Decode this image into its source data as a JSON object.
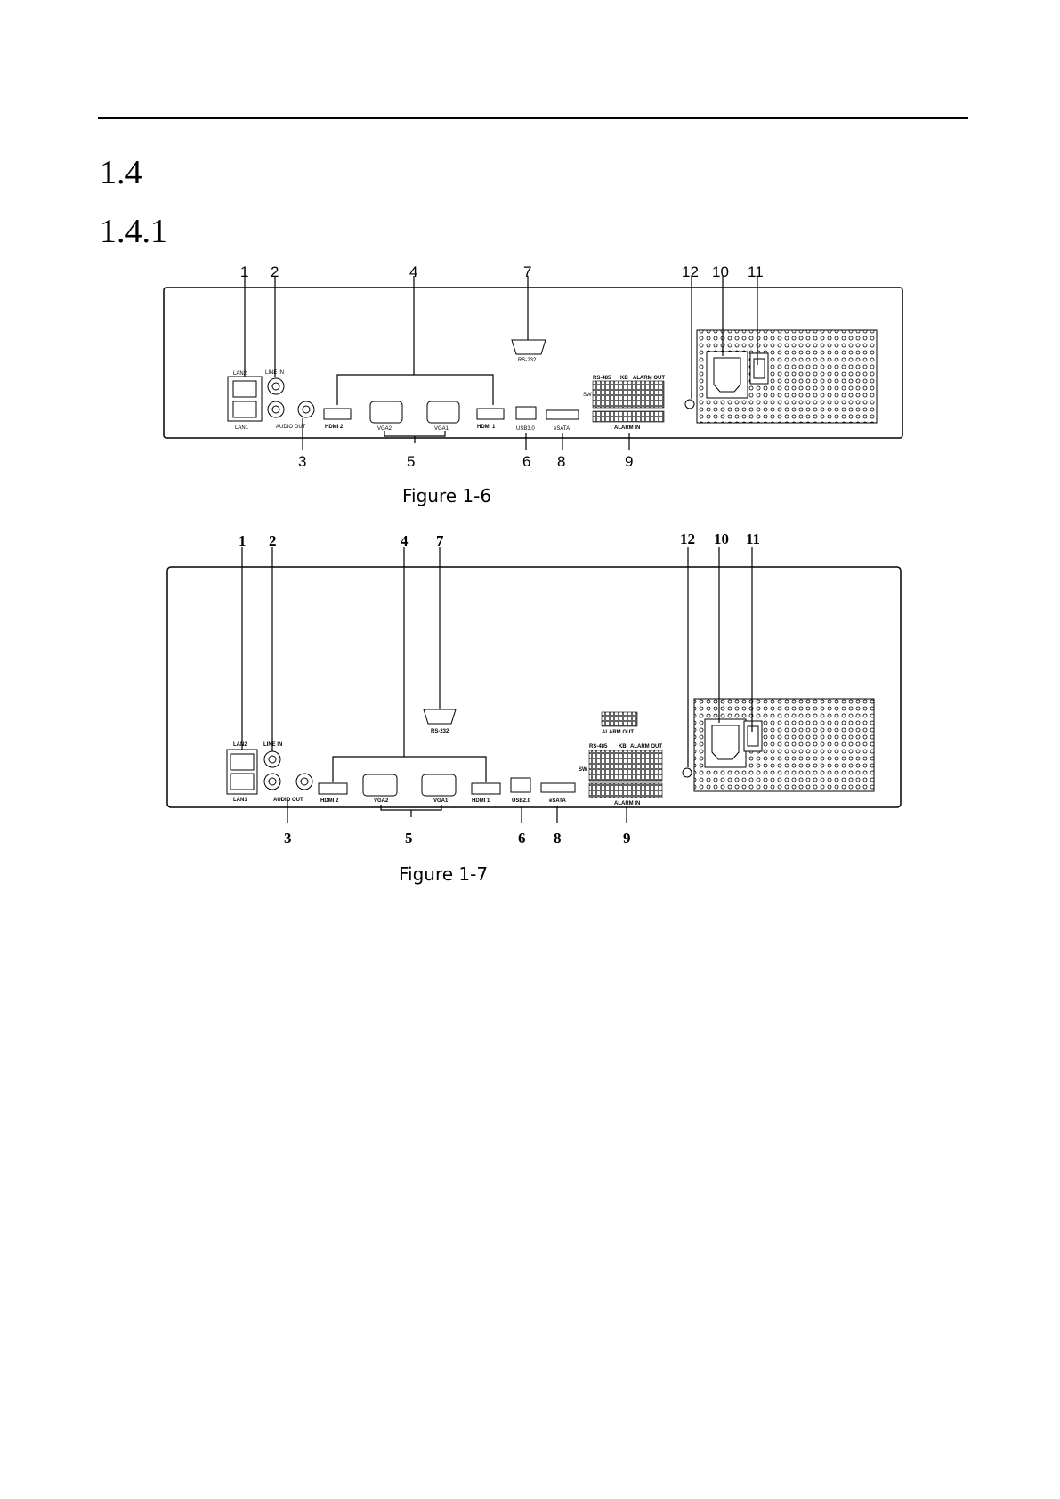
{
  "sections": {
    "main": "1.4",
    "sub": "1.4.1"
  },
  "figures": [
    {
      "caption": "Figure 1-6",
      "callouts": [
        "1",
        "2",
        "3",
        "4",
        "5",
        "6",
        "7",
        "8",
        "9",
        "10",
        "11",
        "12"
      ],
      "port_labels": {
        "lan2": "LAN2",
        "lan1": "LAN1",
        "line_in": "LINE IN",
        "audio_out": "AUDIO OUT",
        "hdmi2": "HDMI 2",
        "vga2": "VGA2",
        "vga1": "VGA1",
        "hdmi1": "HDMI 1",
        "usb": "USB3.0",
        "esata": "eSATA",
        "rs232": "RS-232",
        "rs485": "RS-485",
        "kb": "KB",
        "alarm_out": "ALARM OUT",
        "alarm_in": "ALARM IN",
        "sw": "SW"
      }
    },
    {
      "caption": "Figure 1-7",
      "callouts": [
        "1",
        "2",
        "3",
        "4",
        "5",
        "6",
        "7",
        "8",
        "9",
        "10",
        "11",
        "12"
      ],
      "port_labels": {
        "lan2": "LAN2",
        "lan1": "LAN1",
        "line_in": "LINE IN",
        "audio_out": "AUDIO OUT",
        "hdmi2": "HDMI 2",
        "vga2": "VGA2",
        "vga1": "VGA1",
        "hdmi1": "HDMI 1",
        "usb": "USB2.0",
        "esata": "eSATA",
        "rs232": "RS-232",
        "rs485": "RS-485",
        "kb": "KB",
        "alarm_out": "ALARM OUT",
        "alarm_in": "ALARM IN",
        "sw": "SW"
      }
    }
  ]
}
